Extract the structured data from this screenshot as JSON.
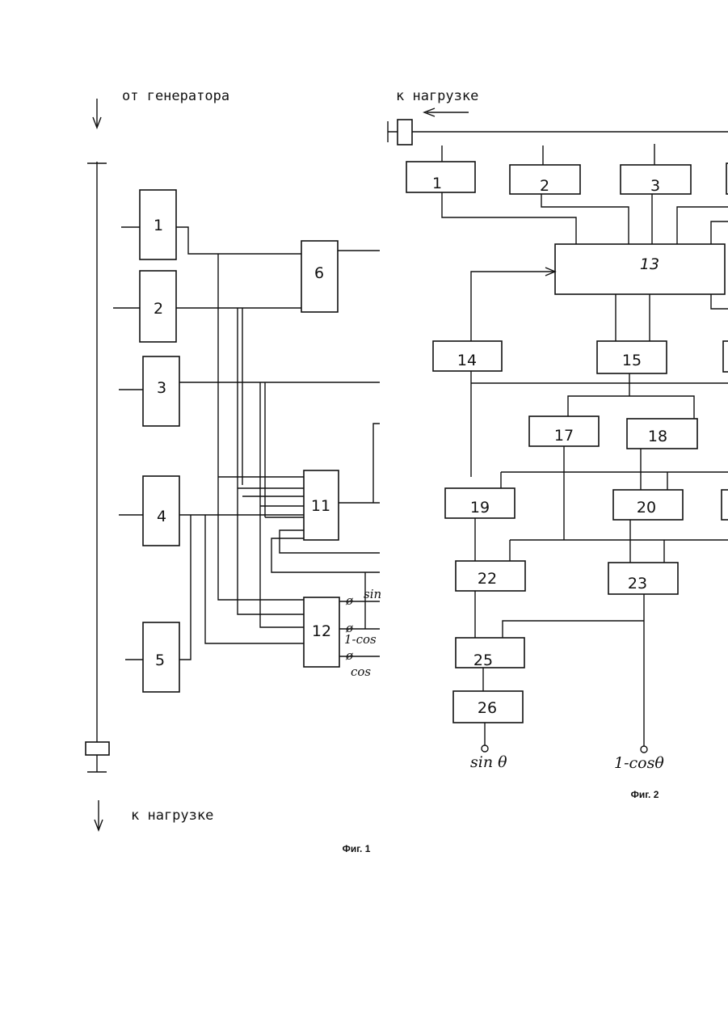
{
  "fig1": {
    "top_label": "от генератора",
    "bottom_label": "к нагрузке",
    "caption": "Фиг. 1",
    "blocks": {
      "b1": "1",
      "b2": "2",
      "b3": "3",
      "b4": "4",
      "b5": "5",
      "b6": "6",
      "b11": "11",
      "b12": "12"
    },
    "outputs": {
      "sin": "sin",
      "one_minus_cos": "1-cos",
      "cos": "cos"
    }
  },
  "fig2": {
    "top_label": "к нагрузке",
    "caption": "Фиг. 2",
    "blocks": {
      "b1": "1",
      "b2": "2",
      "b3": "3",
      "b13": "13",
      "b14": "14",
      "b15": "15",
      "b17": "17",
      "b18": "18",
      "b19": "19",
      "b20": "20",
      "b22": "22",
      "b23": "23",
      "b25": "25",
      "b26": "26"
    },
    "outputs": {
      "sin_theta": "sin θ",
      "one_minus_cos_theta": "1-cosθ"
    }
  }
}
